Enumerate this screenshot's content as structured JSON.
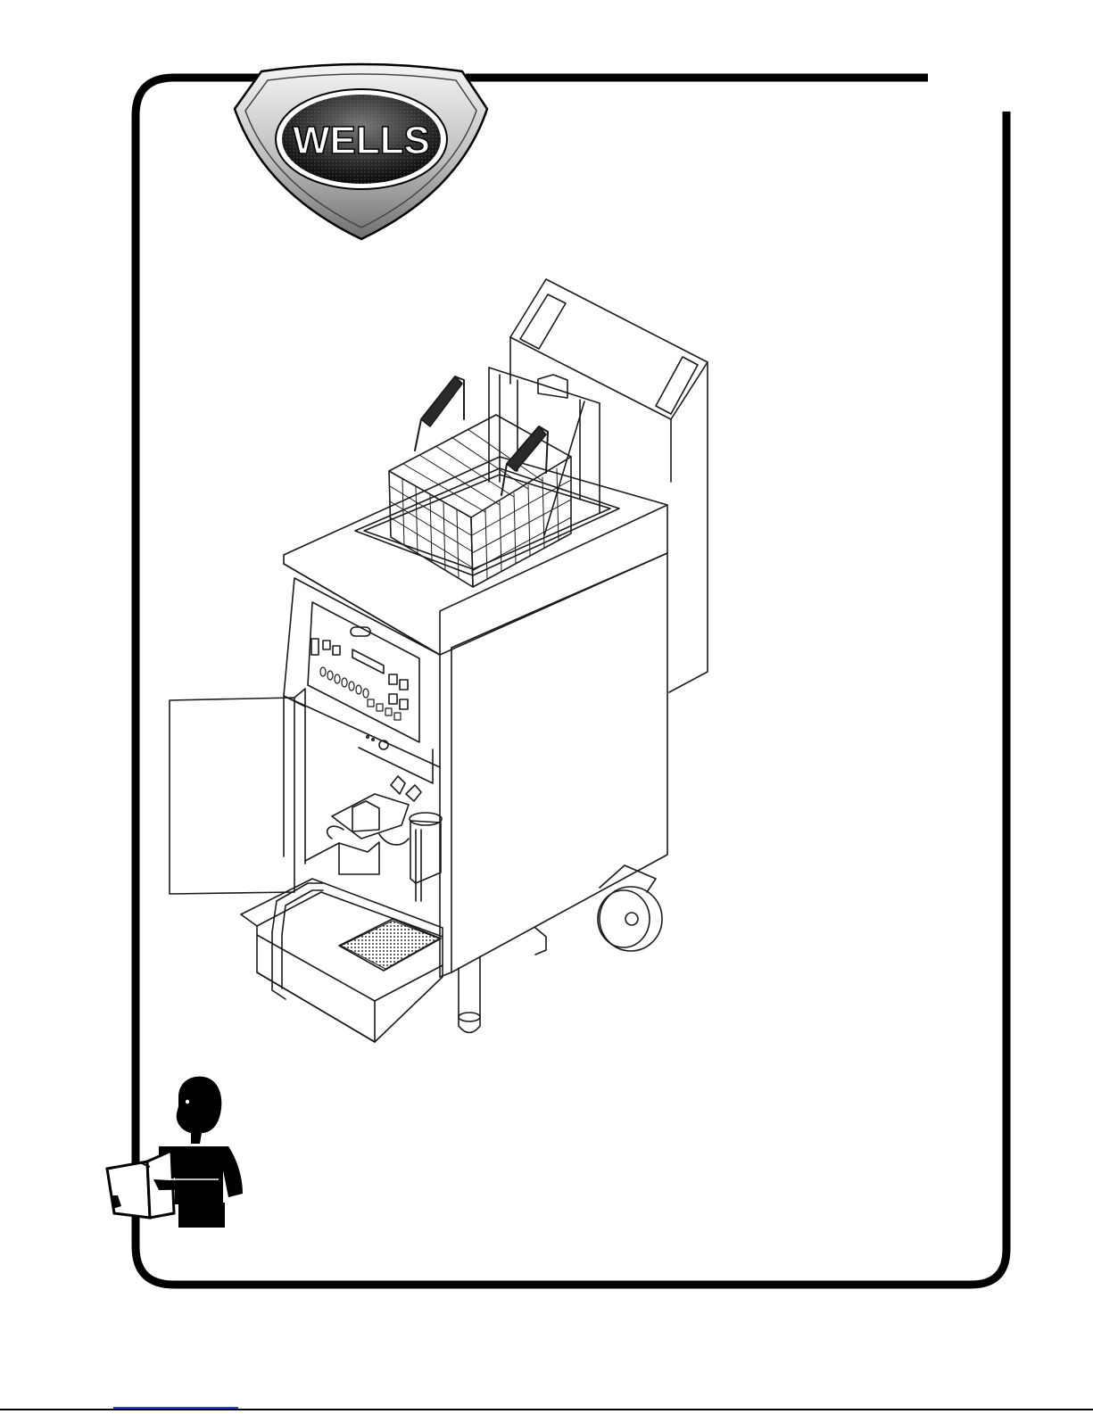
{
  "cover": {
    "brand": {
      "logo_text": "WELLS",
      "logo_icon": "wells-shield-logo"
    },
    "illustration": {
      "icon": "deep-fryer-with-filter-illustration"
    },
    "notice": {
      "icon": "person-reading-manual-icon"
    }
  },
  "colors": {
    "frame": "#000000",
    "line": "#1a1a1a",
    "basket_handle": "#2a2a2a",
    "link_underline": "#2b3fd0",
    "background": "#ffffff"
  }
}
